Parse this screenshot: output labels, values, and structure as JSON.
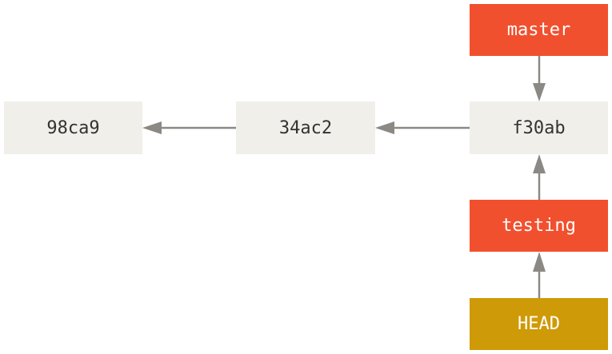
{
  "colors": {
    "commit_fill": "#f0efe9",
    "commit_text": "#333333",
    "branch_fill": "#f1502f",
    "head_fill": "#cf9a07",
    "label_text": "#ffffff",
    "arrow": "#8c8984"
  },
  "commits": [
    {
      "id": "98ca9"
    },
    {
      "id": "34ac2"
    },
    {
      "id": "f30ab"
    }
  ],
  "branches": [
    {
      "name": "master",
      "points_to": "f30ab"
    },
    {
      "name": "testing",
      "points_to": "f30ab"
    }
  ],
  "head": {
    "label": "HEAD",
    "points_to": "testing"
  },
  "edges": [
    {
      "from": "34ac2",
      "to": "98ca9"
    },
    {
      "from": "f30ab",
      "to": "34ac2"
    },
    {
      "from": "master",
      "to": "f30ab"
    },
    {
      "from": "testing",
      "to": "f30ab"
    },
    {
      "from": "HEAD",
      "to": "testing"
    }
  ]
}
